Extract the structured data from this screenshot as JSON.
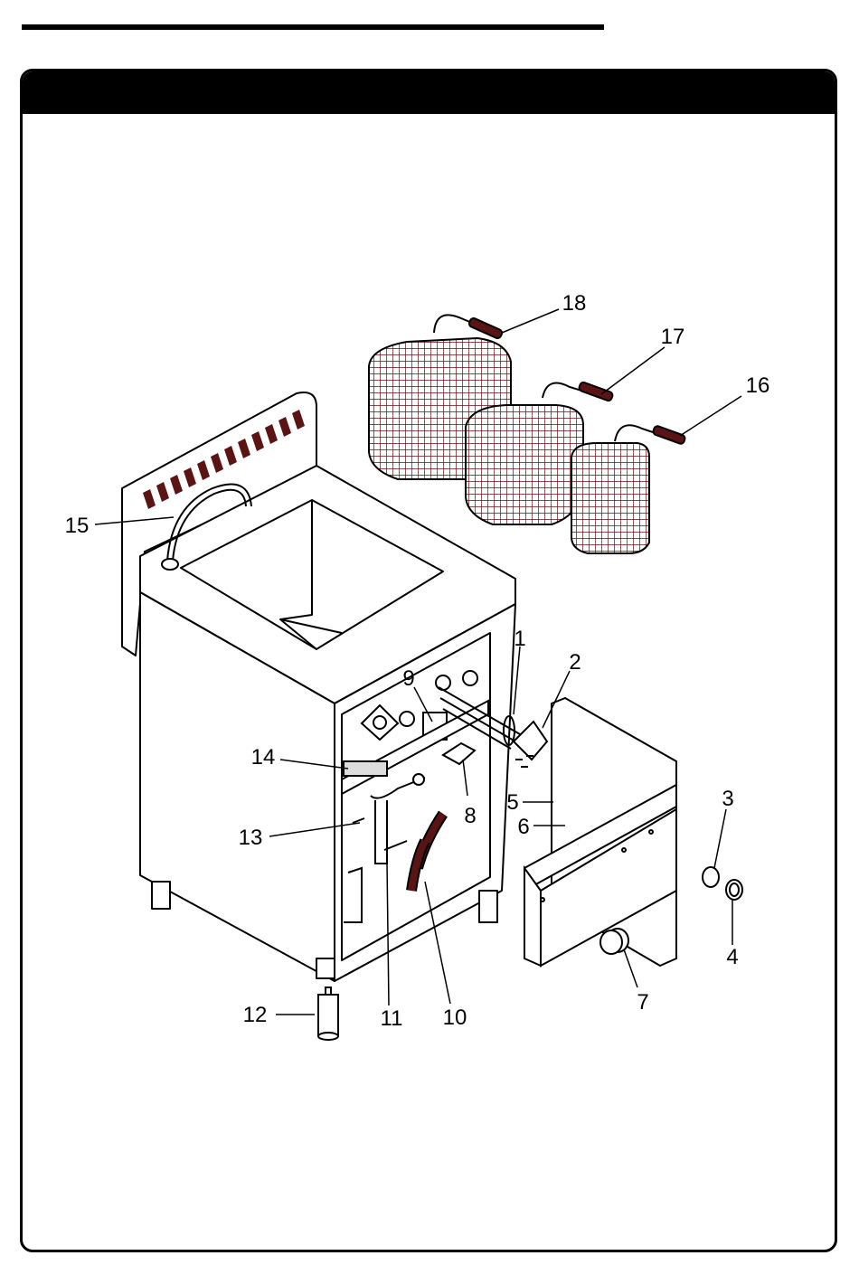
{
  "header": {
    "title": ""
  },
  "callouts": {
    "c1": "1",
    "c2": "2",
    "c3": "3",
    "c4": "4",
    "c5": "5",
    "c6": "6",
    "c7": "7",
    "c8": "8",
    "c9": "9",
    "c10": "10",
    "c11": "11",
    "c12": "12",
    "c13": "13",
    "c14": "14",
    "c15": "15",
    "c16": "16",
    "c17": "17",
    "c18": "18"
  },
  "colors": {
    "basket": "#5a1414",
    "line": "#000000",
    "background": "#ffffff"
  }
}
